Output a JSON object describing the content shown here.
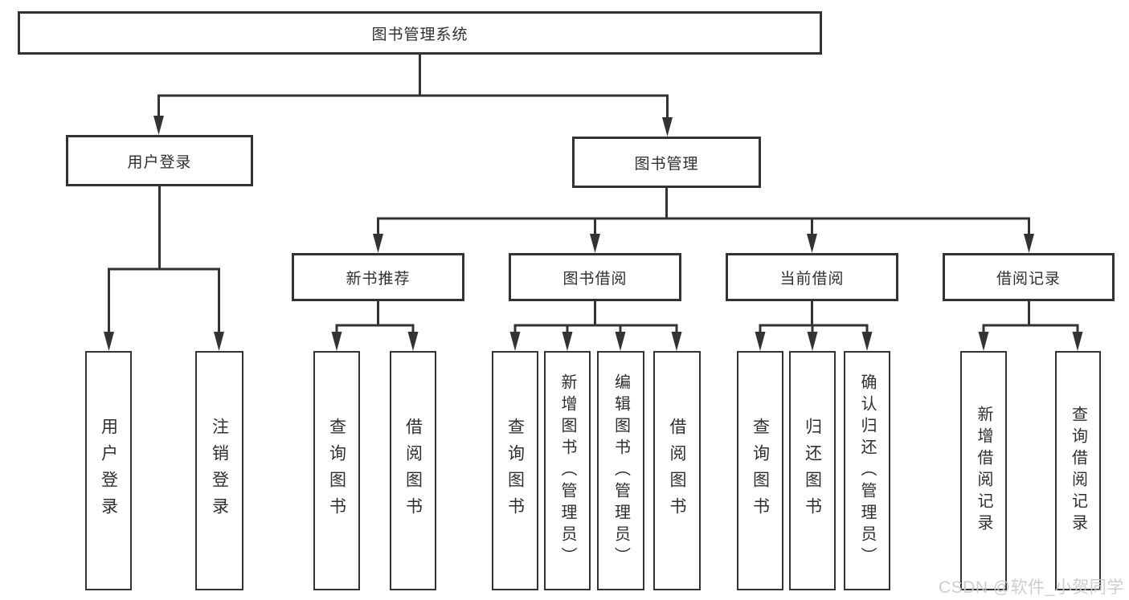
{
  "tree": {
    "root": {
      "label": "图书管理系统",
      "children": [
        {
          "label": "用户登录",
          "children": [
            {
              "label": "用户登录"
            },
            {
              "label": "注销登录"
            }
          ]
        },
        {
          "label": "图书管理",
          "children": [
            {
              "label": "新书推荐",
              "children": [
                {
                  "label": "查询图书"
                },
                {
                  "label": "借阅图书"
                }
              ]
            },
            {
              "label": "图书借阅",
              "children": [
                {
                  "label": "查询图书"
                },
                {
                  "label": "新增图书（管理员）"
                },
                {
                  "label": "编辑图书（管理员）"
                },
                {
                  "label": "借阅图书"
                }
              ]
            },
            {
              "label": "当前借阅",
              "children": [
                {
                  "label": "查询图书"
                },
                {
                  "label": "归还图书"
                },
                {
                  "label": "确认归还（管理员）"
                }
              ]
            },
            {
              "label": "借阅记录",
              "children": [
                {
                  "label": "新增借阅记录"
                },
                {
                  "label": "查询借阅记录"
                }
              ]
            }
          ]
        }
      ]
    }
  },
  "watermark": {
    "text": "CSDN @软件_小贺同学"
  },
  "colors": {
    "line": "#333333",
    "text": "#2f2f2f",
    "watermark": "#c9c9c9",
    "background": "#ffffff"
  }
}
